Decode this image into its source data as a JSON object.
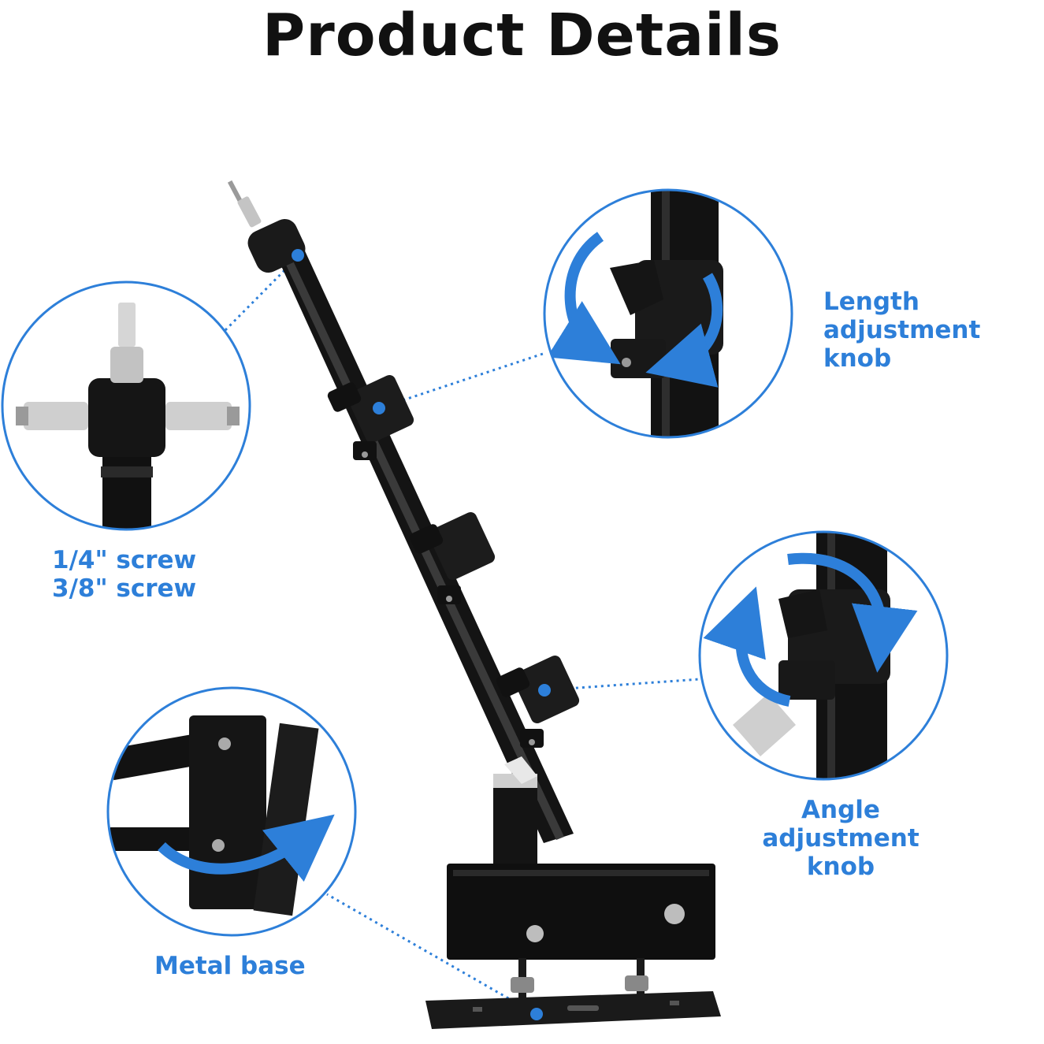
{
  "title": "Product Details",
  "labels": {
    "length_line1": "Length",
    "length_line2": "adjustment knob",
    "screw_line1": "1/4\" screw",
    "screw_line2": "3/8\" screw",
    "angle_line1": "Angle",
    "angle_line2": "adjustment knob",
    "base": "Metal base"
  },
  "colors": {
    "accent": "#2d7fd9",
    "metal": "#111111",
    "silver": "#c8c8c8"
  }
}
